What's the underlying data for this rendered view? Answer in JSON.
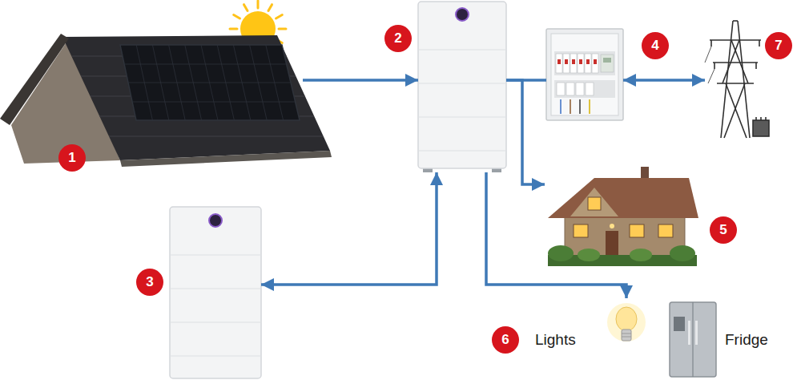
{
  "diagram": {
    "nodes": [
      {
        "text": [
          "1"
        ]
      },
      {
        "text": [
          "2"
        ]
      },
      {
        "text": [
          "3"
        ]
      },
      {
        "text": [
          "4"
        ]
      },
      {
        "text": [
          "5"
        ]
      },
      {
        "text": [
          "6",
          "Lights",
          "Fridge"
        ]
      },
      {
        "text": [
          "7"
        ]
      }
    ],
    "edges": [
      {
        "from": 0,
        "to": 1,
        "arrow": "to"
      },
      {
        "from": 1,
        "to": 2,
        "arrow": "both"
      },
      {
        "from": 1,
        "to": 3,
        "arrow": "none"
      },
      {
        "from": 1,
        "to": 4,
        "arrow": "to"
      },
      {
        "from": 1,
        "to": 5,
        "arrow": "to"
      },
      {
        "from": 3,
        "to": 6,
        "arrow": "both"
      }
    ]
  }
}
